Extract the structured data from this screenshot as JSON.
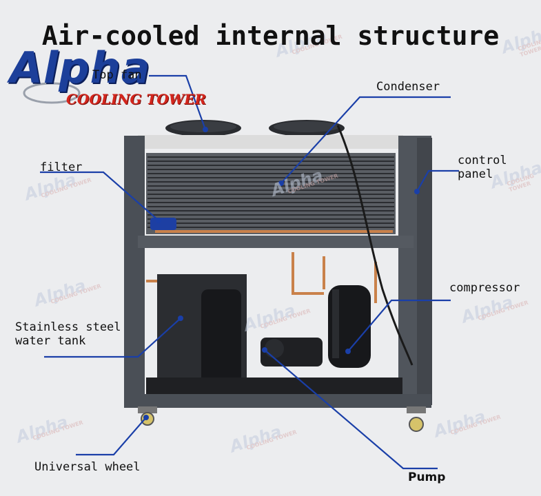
{
  "title": "Air-cooled internal structure",
  "logo": {
    "main": "Alpha",
    "sub": "COOLING TOWER"
  },
  "labels": {
    "top_fan": "Top fan",
    "condenser": "Condenser",
    "filter": "filter",
    "control_panel_1": "control",
    "control_panel_2": "panel",
    "compressor": "compressor",
    "tank_1": "Stainless steel",
    "tank_2": "water tank",
    "wheel": "Universal wheel",
    "pump": "Pump"
  },
  "watermark": {
    "main": "Alpha",
    "sub": "COOLING TOWER"
  },
  "colors": {
    "leader_line": "#1a3fa8",
    "frame": "#4a4f56",
    "background": "#ecedef",
    "copper": "#c9814a"
  }
}
